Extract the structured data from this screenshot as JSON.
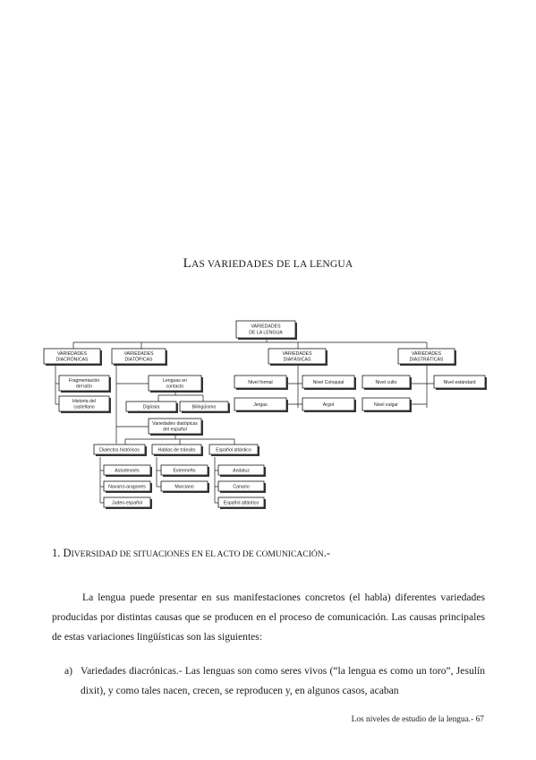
{
  "title": {
    "first": "L",
    "rest": "AS VARIEDADES DE LA LENGUA"
  },
  "diagram": {
    "root": [
      "VARIEDADES",
      "DE LA LENGUA"
    ],
    "diacronicas": [
      "VARIEDADES",
      "DIACRÓNICAS"
    ],
    "diatopicas": [
      "VARIEDADES",
      "DIATÓPICAS"
    ],
    "diafasicas": [
      "VARIEDADES",
      "DIAFÁSICAS"
    ],
    "diastraticas": [
      "VARIEDADES",
      "DIASTRÁTICAS"
    ],
    "fragmentacion": [
      "Fragmentación",
      "del latín"
    ],
    "historia": [
      "Historia del",
      "castellano"
    ],
    "lenguas_contacto": [
      "Lenguas en",
      "contacto"
    ],
    "diglosia": "Diglosia",
    "bilinguismo": "Bilingüismo",
    "var_diatopicas_esp": [
      "Variedades diatópicas",
      "del español"
    ],
    "dialectos": "Dialectos históricos",
    "hablas": "Hablas de tránsito",
    "espanol_atlantico_head": "Español atlántico",
    "asturleonés": "Asturleonés",
    "navarro": "Navarro-aragonés",
    "judeo": "Judeo-español",
    "extremeno": "Extremeño",
    "murciano": "Murciano",
    "andaluz": "Andaluz",
    "canario": "Canario",
    "espanol_atlantico": "Español atlántico",
    "nivel_formal": "Nivel formal",
    "nivel_coloquial": "Nivel Coloquial",
    "jergas": "Jergas",
    "argot": "Argot",
    "nivel_culto": "Nivel culto",
    "nivel_estandar": "Nivel estándard",
    "nivel_vulgar": "Nivel vulgar"
  },
  "section": {
    "number": "1. D",
    "rest": "IVERSIDAD DE SITUACIONES EN EL ACTO DE COMUNICACIÓN",
    "tail": ".-"
  },
  "paragraph1": "La lengua puede presentar en sus manifestaciones concretos (el habla) diferentes variedades producidas por distintas causas que se producen en el proceso de comunicación. Las causas principales de estas variaciones lingüísticas son las siguientes:",
  "list_item_a": {
    "marker": "a)",
    "text": "Variedades diacrónicas.- Las lenguas son como seres vivos (“la lengua es como un toro”, Jesulín dixit), y como tales nacen, crecen, se reproducen y, en algunos casos, acaban"
  },
  "footer": "Los niveles de estudio de la lengua.- 67"
}
